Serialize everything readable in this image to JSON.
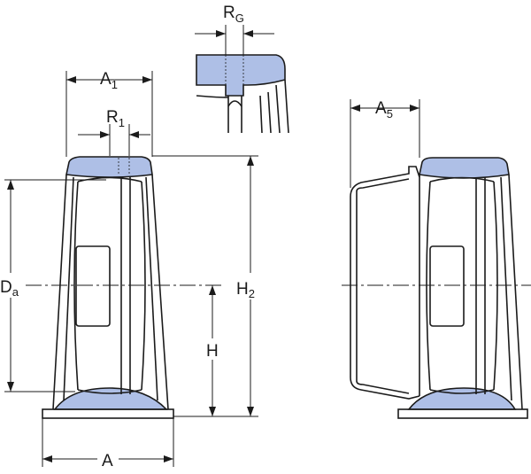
{
  "labels": {
    "rg": {
      "main": "R",
      "sub": "G"
    },
    "a1": {
      "main": "A",
      "sub": "1"
    },
    "r1": {
      "main": "R",
      "sub": "1"
    },
    "a5": {
      "main": "A",
      "sub": "5"
    },
    "da": {
      "main": "D",
      "sub": "a"
    },
    "h2": {
      "main": "H",
      "sub": "2"
    },
    "h": {
      "main": "H"
    },
    "a": {
      "main": "A"
    }
  },
  "colors": {
    "fill": "#aebfe6",
    "line": "#1b1b1b"
  }
}
